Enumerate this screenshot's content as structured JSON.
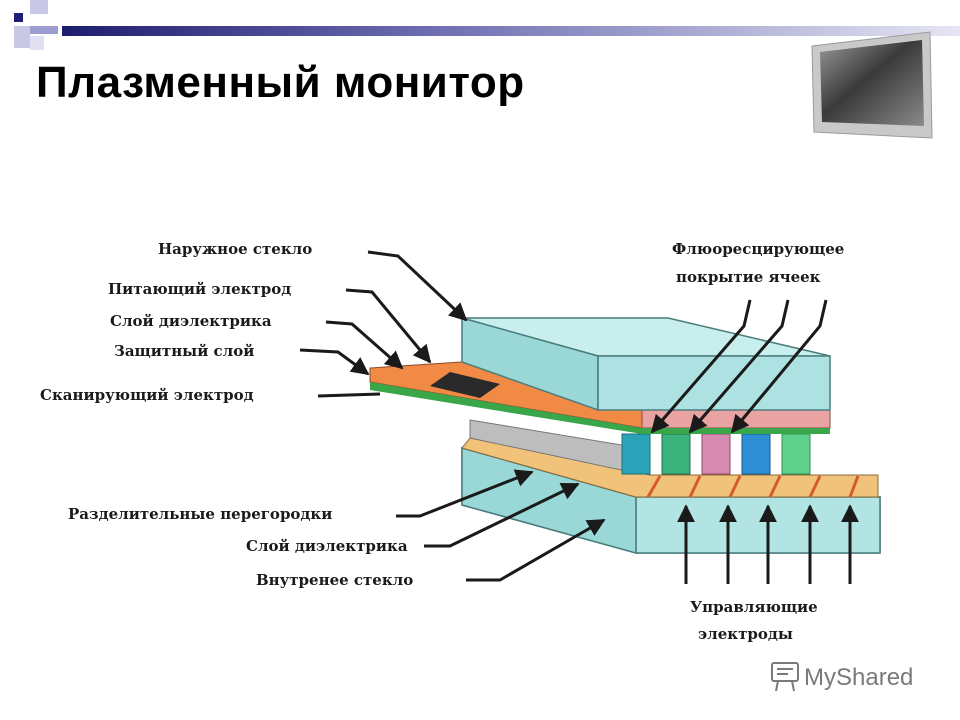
{
  "slide": {
    "title": "Плазменный монитор"
  },
  "diagram": {
    "labels": {
      "outer_glass": "Наружное стекло",
      "supply_electrode": "Питающий электрод",
      "dielectric_layer_top": "Слой диэлектрика",
      "protective_layer": "Защитный слой",
      "scanning_electrode": "Сканирующий электрод",
      "phosphor_coating_line1": "Флюоресцирующее",
      "phosphor_coating_line2": "покрытие ячеек",
      "separating_barriers": "Разделительные перегородки",
      "dielectric_layer_bottom": "Слой диэлектрика",
      "inner_glass": "Внутренее стекло",
      "control_electrodes_line1": "Управляющие",
      "control_electrodes_line2": "электроды"
    },
    "colors": {
      "glass": "#a9dede",
      "electrode": "#e8753a",
      "cell_colors": [
        "#2aa3b8",
        "#3cb37c",
        "#d98ab0",
        "#2f8fd6",
        "#5fd18a"
      ]
    }
  },
  "watermark": {
    "text": "MyShared"
  }
}
